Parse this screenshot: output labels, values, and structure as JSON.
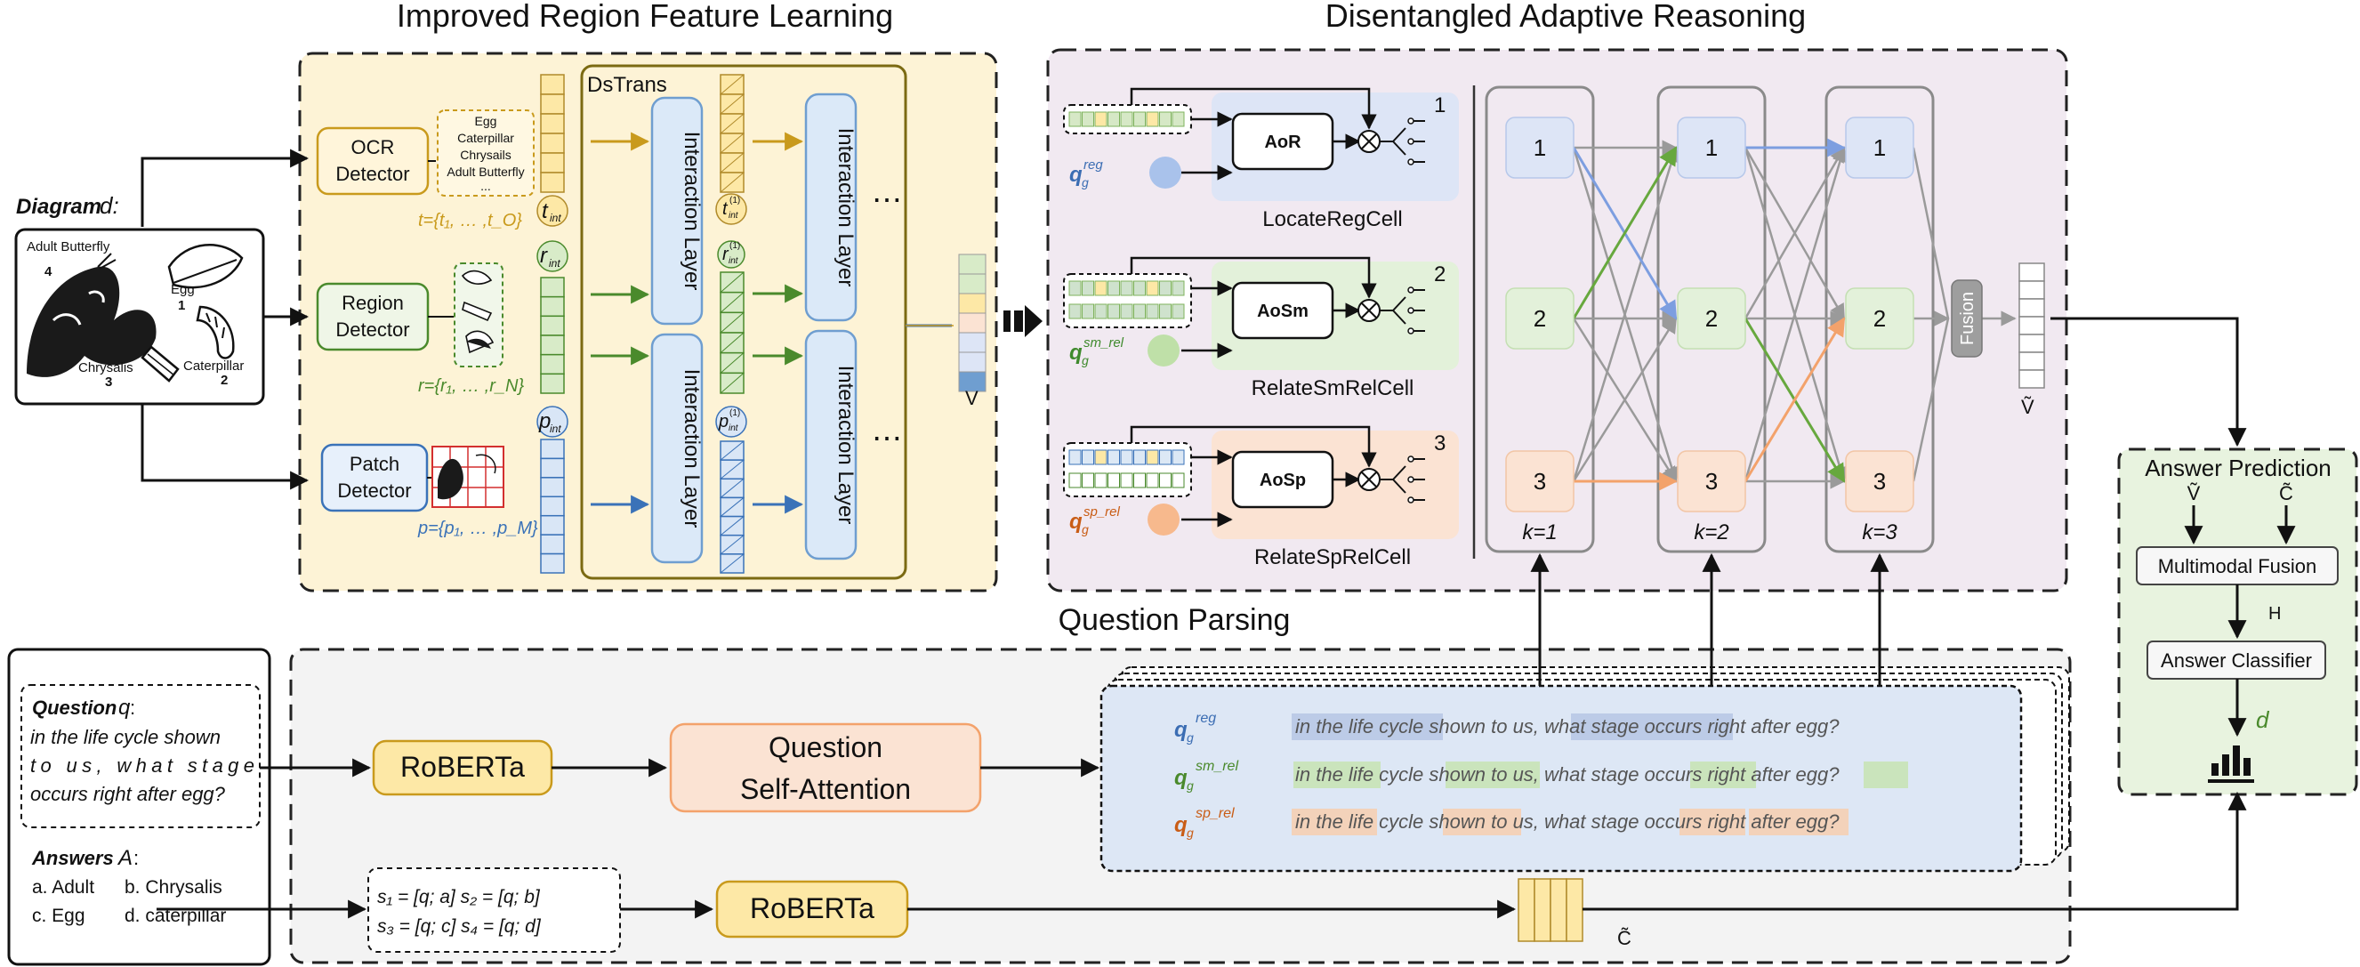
{
  "sections": {
    "region_title": "Improved Region Feature Learning",
    "reasoning_title": "Disentangled Adaptive Reasoning",
    "question_title": "Question Parsing",
    "answer_title": "Answer Prediction"
  },
  "diagram_input": {
    "label": "Diagram",
    "var": "d:",
    "stages": [
      {
        "name": "Adult Butterfly",
        "num": "4"
      },
      {
        "name": "Egg",
        "num": "1"
      },
      {
        "name": "Chrysalis",
        "num": "3"
      },
      {
        "name": "Caterpillar",
        "num": "2"
      }
    ]
  },
  "detectors": {
    "ocr": [
      "OCR",
      "Detector"
    ],
    "region": [
      "Region",
      "Detector"
    ],
    "patch": [
      "Patch",
      "Detector"
    ],
    "ocr_words": [
      "Egg",
      "Caterpillar",
      "Chrysails",
      "Adult Butterfly",
      "..."
    ],
    "t_set": "t={t₁, … ,t_O}",
    "r_set": "r={r₁, … ,r_N}",
    "p_set": "p={p₁, … ,p_M}",
    "t_int": "t_int",
    "r_int": "r_int",
    "p_int": "p_int",
    "t_int1": "t_int⁽¹⁾",
    "r_int1": "r_int⁽¹⁾",
    "p_int1": "p_int⁽¹⁾"
  },
  "dstrans": {
    "label": "DsTrans",
    "layer": "Interaction Layer",
    "dots": "⋯",
    "out": "V"
  },
  "cells": [
    {
      "num": "1",
      "module": "AoR",
      "q": "q",
      "qsup": "reg",
      "name": "LocateRegCell",
      "color": "#3b6db3"
    },
    {
      "num": "2",
      "module": "AoSm",
      "q": "q",
      "qsup": "sm_rel",
      "name": "RelateSmRelCell",
      "color": "#3f8a2d"
    },
    {
      "num": "3",
      "module": "AoSp",
      "q": "q",
      "qsup": "sp_rel",
      "name": "RelateSpRelCell",
      "color": "#c95d16"
    }
  ],
  "reasoning": {
    "nodes": [
      "1",
      "2",
      "3"
    ],
    "steps": [
      "k=1",
      "k=2",
      "k=3"
    ],
    "fusion": "Fusion",
    "output": "Ṽ"
  },
  "question": {
    "label": "Question",
    "var": "q",
    "text": [
      "in the life cycle shown",
      "to us, what stage",
      "occurs right after egg?"
    ],
    "answers_label": "Answers",
    "answers_var": "A",
    "answers": [
      "a. Adult",
      "b. Chrysalis",
      "c. Egg",
      "d. caterpillar"
    ]
  },
  "parsing": {
    "roberta": "RoBERTa",
    "self_attention": [
      "Question",
      "Self-Attention"
    ],
    "pairs": [
      "s₁ = [q; a]  s₂ = [q; b]",
      "s₃ = [q; c]  s₄ = [q; d]"
    ],
    "c_out": "C̃",
    "queries": [
      {
        "q": "q",
        "sup": "reg",
        "sentence": "in the life cycle shown to us, what stage occurs right after egg?"
      },
      {
        "q": "q",
        "sup": "sm_rel",
        "sentence": "in the life cycle shown to us, what stage occurs right after egg?"
      },
      {
        "q": "q",
        "sup": "sp_rel",
        "sentence": "in the life cycle shown to us, what stage occurs right after egg?"
      }
    ]
  },
  "answer": {
    "v_in": "Ṽ",
    "c_in": "C̃",
    "fusion": "Multimodal Fusion",
    "h": "H",
    "classifier": "Answer Classifier",
    "d": "d"
  },
  "colors": {
    "yellow_bg": "#fdf3d6",
    "purple_bg": "#f1e9f1",
    "grey_bg": "#f3f3f3",
    "green_bg": "#e8f3df",
    "blue_node": "#dde5f6",
    "green_node": "#e3f1da",
    "orange_node": "#fbe3d3",
    "arrow_gold": "#c99a1c",
    "arrow_green": "#4a8a2c",
    "arrow_blue": "#3a72b8"
  }
}
